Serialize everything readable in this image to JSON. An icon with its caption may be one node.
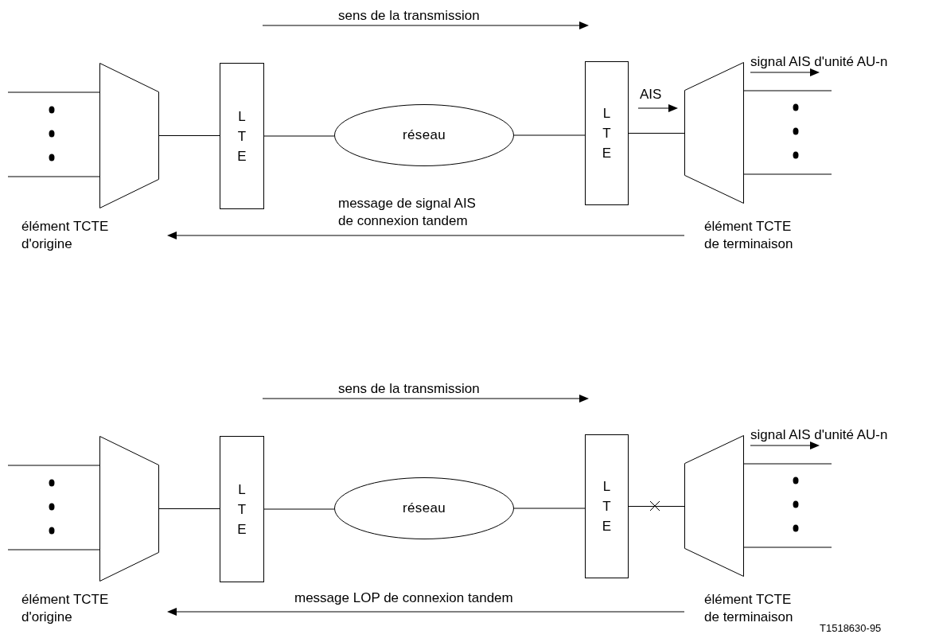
{
  "diagram": {
    "nodes": [
      {
        "text": [],
        "shape": "trapezoid",
        "beside": [
          "élément TCTE d'origine"
        ]
      },
      {
        "text": [
          "L T E"
        ]
      },
      {
        "text": [
          "réseau"
        ]
      },
      {
        "text": [
          "L T E"
        ]
      },
      {
        "text": [],
        "shape": "trapezoid",
        "beside": [
          "élément TCTE de terminaison"
        ]
      },
      {
        "text": [],
        "shape": "trapezoid",
        "beside": [
          "élément TCTE d'origine"
        ]
      },
      {
        "text": [
          "L T E"
        ]
      },
      {
        "text": [
          "réseau"
        ]
      },
      {
        "text": [
          "L T E"
        ]
      },
      {
        "text": [],
        "shape": "trapezoid",
        "beside": [
          "élément TCTE de terminaison"
        ]
      }
    ],
    "edges": [
      {
        "from": null,
        "to": 0,
        "arrow": "none"
      },
      {
        "from": null,
        "to": 0,
        "arrow": "none"
      },
      {
        "from": 0,
        "to": 1,
        "arrow": "none"
      },
      {
        "from": 1,
        "to": 2,
        "arrow": "none"
      },
      {
        "from": 2,
        "to": 3,
        "arrow": "none"
      },
      {
        "from": 3,
        "to": 4,
        "arrow": "none"
      },
      {
        "from": 4,
        "to": null,
        "arrow": "none"
      },
      {
        "from": 4,
        "to": null,
        "arrow": "none"
      },
      {
        "from": null,
        "to": 5,
        "arrow": "none"
      },
      {
        "from": null,
        "to": 5,
        "arrow": "none"
      },
      {
        "from": 5,
        "to": 6,
        "arrow": "none"
      },
      {
        "from": 6,
        "to": 7,
        "arrow": "none"
      },
      {
        "from": 7,
        "to": 8,
        "arrow": "none"
      },
      {
        "from": 8,
        "to": 9,
        "arrow": "none"
      },
      {
        "from": 9,
        "to": null,
        "arrow": "none"
      },
      {
        "from": 9,
        "to": null,
        "arrow": "none"
      }
    ],
    "labels": [
      "sens de la transmission",
      "signal AIS d'unité AU-n",
      "AIS",
      "message de signal AIS de connexion tandem",
      "sens de la transmission",
      "signal AIS d'unité AU-n",
      "message LOP de connexion tandem",
      "T1518630-95"
    ]
  }
}
